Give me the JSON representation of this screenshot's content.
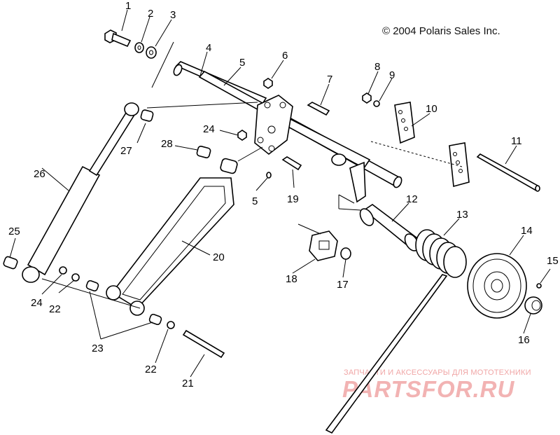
{
  "copyright": "© 2004 Polaris Sales Inc.",
  "watermark": {
    "tagline": "ЗАПЧАСТИ И АКСЕССУАРЫ ДЛЯ МОТОТЕХНИКИ",
    "brand": "PARTSFOR.RU"
  },
  "callouts": [
    {
      "id": "c1",
      "text": "1"
    },
    {
      "id": "c2",
      "text": "2"
    },
    {
      "id": "c3",
      "text": "3"
    },
    {
      "id": "c4",
      "text": "4"
    },
    {
      "id": "c5a",
      "text": "5"
    },
    {
      "id": "c6",
      "text": "6"
    },
    {
      "id": "c7",
      "text": "7"
    },
    {
      "id": "c8",
      "text": "8"
    },
    {
      "id": "c9",
      "text": "9"
    },
    {
      "id": "c10",
      "text": "10"
    },
    {
      "id": "c11",
      "text": "11"
    },
    {
      "id": "c12",
      "text": "12"
    },
    {
      "id": "c13",
      "text": "13"
    },
    {
      "id": "c14",
      "text": "14"
    },
    {
      "id": "c15",
      "text": "15"
    },
    {
      "id": "c16",
      "text": "16"
    },
    {
      "id": "c17",
      "text": "17"
    },
    {
      "id": "c18",
      "text": "18"
    },
    {
      "id": "c19",
      "text": "19"
    },
    {
      "id": "c20",
      "text": "20"
    },
    {
      "id": "c21",
      "text": "21"
    },
    {
      "id": "c22a",
      "text": "22"
    },
    {
      "id": "c22b",
      "text": "22"
    },
    {
      "id": "c23",
      "text": "23"
    },
    {
      "id": "c24a",
      "text": "24"
    },
    {
      "id": "c24b",
      "text": "24"
    },
    {
      "id": "c25",
      "text": "25"
    },
    {
      "id": "c26",
      "text": "26"
    },
    {
      "id": "c27",
      "text": "27"
    },
    {
      "id": "c28",
      "text": "28"
    },
    {
      "id": "c5b",
      "text": "5"
    }
  ]
}
